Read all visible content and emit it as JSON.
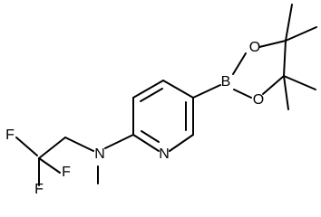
{
  "molecule": {
    "atoms": {
      "boron": "B",
      "oxygen_upper": "O",
      "oxygen_lower": "O",
      "nitrogen_ring": "N",
      "nitrogen_amine": "N",
      "fluorine_1": "F",
      "fluorine_2": "F",
      "fluorine_3": "F"
    }
  }
}
